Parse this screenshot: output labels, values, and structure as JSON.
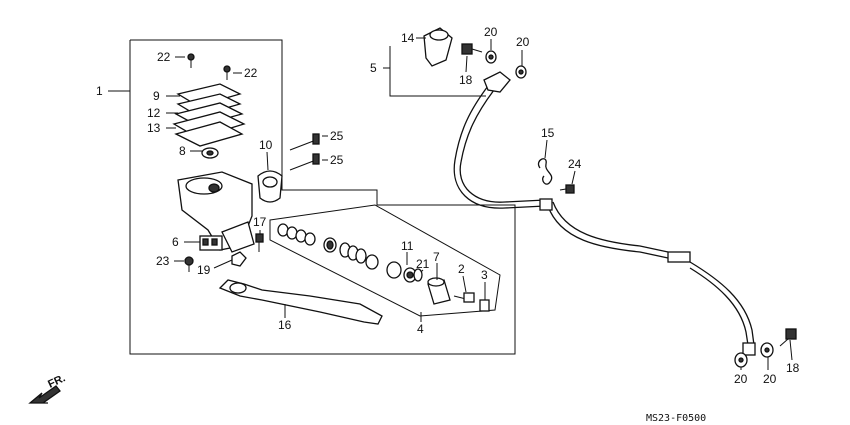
{
  "diagram_code": "MS23-F0500",
  "direction_label": "FR.",
  "callouts": {
    "c1": "1",
    "c2": "2",
    "c3": "3",
    "c4": "4",
    "c5": "5",
    "c6": "6",
    "c7": "7",
    "c8": "8",
    "c9": "9",
    "c10": "10",
    "c11": "11",
    "c12": "12",
    "c13": "13",
    "c14": "14",
    "c15": "15",
    "c16": "16",
    "c17": "17",
    "c18a": "18",
    "c18b": "18",
    "c19": "19",
    "c20a": "20",
    "c20b": "20",
    "c20c": "20",
    "c20d": "20",
    "c21": "21",
    "c22a": "22",
    "c22b": "22",
    "c23": "23",
    "c24": "24",
    "c25a": "25",
    "c25b": "25"
  },
  "icons": {
    "direction": "arrow-down-left-icon"
  }
}
